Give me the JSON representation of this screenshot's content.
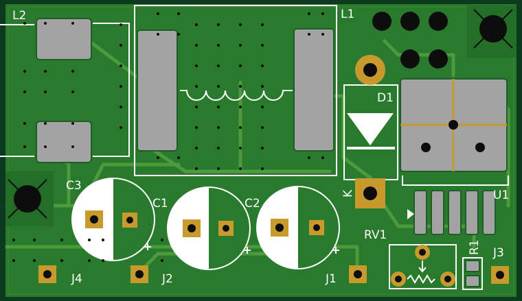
{
  "designators": {
    "L1": "L1",
    "L2": "L2",
    "D1": "D1",
    "C1": "C1",
    "C2": "C2",
    "C3": "C3",
    "U1": "U1",
    "RV1": "RV1",
    "R1": "R1",
    "J1": "J1",
    "J2": "J2",
    "J3": "J3",
    "J4": "J4",
    "K": "K"
  },
  "colors": {
    "board": "#2a7a2d",
    "trace": "#4c9a3d",
    "pad_gray": "#a3a3a3",
    "copper": "#c89a2d",
    "silkscreen": "#ffffff",
    "hole": "#0d0d0d"
  }
}
